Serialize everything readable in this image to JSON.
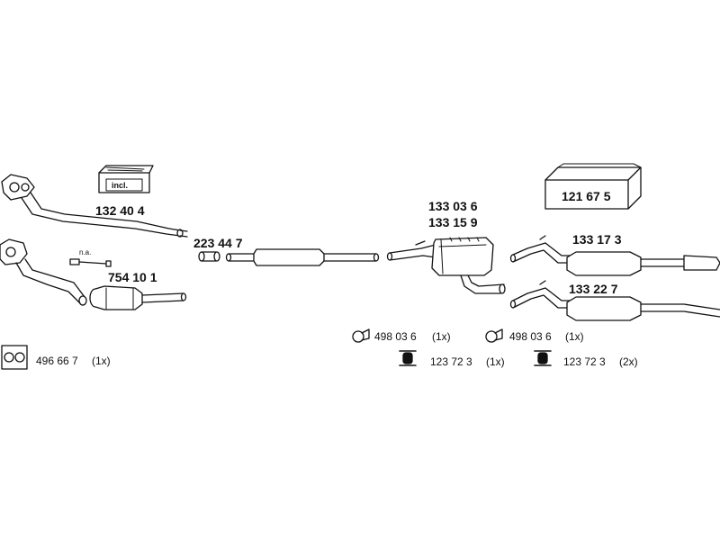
{
  "parts": {
    "front_pipe": "132 40 4",
    "catalyst": "754 10 1",
    "catalyst_note": "n.a.",
    "gasket": "496 66 7",
    "gasket_qty": "(1x)",
    "connector": "223 44 7",
    "middle_silencer_a": "133 03 6",
    "middle_silencer_b": "133 15 9",
    "rear_silencer_a": "133 17 3",
    "rear_silencer_b": "133 22 7",
    "mounting_kit": "121 67 5",
    "kit_badge": "incl.",
    "clamp_left": "498 03 6",
    "clamp_left_qty": "(1x)",
    "clamp_right": "498 03 6",
    "clamp_right_qty": "(1x)",
    "hanger_left": "123 72 3",
    "hanger_left_qty": "(1x)",
    "hanger_right": "123 72 3",
    "hanger_right_qty": "(2x)"
  }
}
